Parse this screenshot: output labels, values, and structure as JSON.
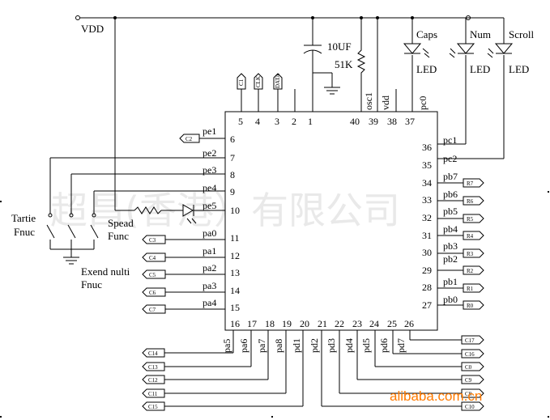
{
  "watermark": {
    "company": "超昌(香港）有限公司",
    "site": "alibaba.com.cn"
  },
  "supply": {
    "vdd": "VDD",
    "cap": "10UF",
    "res": "51K"
  },
  "indicators": [
    {
      "name": "Caps",
      "type": "LED"
    },
    {
      "name": "Num",
      "type": "LED"
    },
    {
      "name": "Scroll",
      "type": "LED"
    }
  ],
  "switch_labels": {
    "tartie_1": "Tartie",
    "tartie_2": "Fnuc",
    "spead_1": "Spead",
    "spead_2": "Func",
    "exend_1": "Exend nulti",
    "exend_2": "Fnuc"
  },
  "chip": {
    "top_pins": [
      "5",
      "4",
      "3",
      "2",
      "1",
      "40",
      "39",
      "38",
      "37"
    ],
    "top_signals": {
      "osc": "osc1",
      "vdd": "vdd",
      "pc0": "pc0"
    },
    "top_tags": [
      "C1",
      "CLK",
      "DATA"
    ],
    "left_pins": [
      {
        "num": "6",
        "sig": "pe1"
      },
      {
        "num": "7",
        "sig": "pe2"
      },
      {
        "num": "8",
        "sig": "pe3"
      },
      {
        "num": "9",
        "sig": "pe4"
      },
      {
        "num": "10",
        "sig": "pe5"
      },
      {
        "num": "11",
        "sig": "pa0"
      },
      {
        "num": "12",
        "sig": "pa1"
      },
      {
        "num": "13",
        "sig": "pa2"
      },
      {
        "num": "14",
        "sig": "pa3"
      },
      {
        "num": "15",
        "sig": "pa4"
      }
    ],
    "left_tags": [
      "C2",
      "C3",
      "C4",
      "C5",
      "C6",
      "C7"
    ],
    "right_pins": [
      {
        "num": "36",
        "sig": "pc1"
      },
      {
        "num": "35",
        "sig": "pc2"
      },
      {
        "num": "34",
        "sig": "pb7"
      },
      {
        "num": "33",
        "sig": "pb6"
      },
      {
        "num": "32",
        "sig": "pb5"
      },
      {
        "num": "31",
        "sig": "pb4"
      },
      {
        "num": "30",
        "sig": "pb3"
      },
      {
        "num": "29",
        "sig": "pb2"
      },
      {
        "num": "28",
        "sig": "pb1"
      },
      {
        "num": "27",
        "sig": "pb0"
      }
    ],
    "right_tags": [
      "R7",
      "R6",
      "R5",
      "R4",
      "R3",
      "R2",
      "R1",
      "R0"
    ],
    "bottom_pins": [
      "16",
      "17",
      "18",
      "19",
      "20",
      "21",
      "22",
      "23",
      "24",
      "25",
      "26"
    ],
    "bottom_signals": [
      "pa5",
      "pa6",
      "pa7",
      "pa8",
      "pd1",
      "pd2",
      "pd3",
      "pd4",
      "pd5",
      "pd6",
      "pd7"
    ],
    "bottom_left_tags": [
      "C14",
      "C13",
      "C12",
      "C11",
      "C15"
    ],
    "bottom_right_tags": [
      "C17",
      "C16",
      "C0",
      "C9",
      "C8",
      "C10"
    ]
  }
}
